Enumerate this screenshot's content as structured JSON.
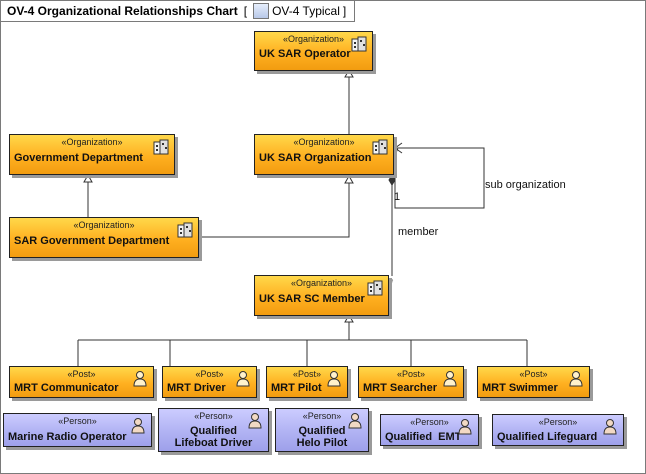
{
  "header": {
    "title": "OV-4 Organizational Relationships Chart",
    "diagram_type": "OV-4 Typical",
    "bracket_open": "[",
    "bracket_close": "]"
  },
  "nodes": {
    "operator": {
      "stereotype": "«Organization»",
      "name": "UK SAR Operator"
    },
    "gov_dept": {
      "stereotype": "«Organization»",
      "name": "Government Department"
    },
    "sar_org": {
      "stereotype": "«Organization»",
      "name": "UK SAR Organization"
    },
    "sar_gov_dept": {
      "stereotype": "«Organization»",
      "name": "SAR Government Department"
    },
    "sc_member": {
      "stereotype": "«Organization»",
      "name": "UK SAR SC Member"
    },
    "communicator": {
      "stereotype": "«Post»",
      "name": "MRT Communicator"
    },
    "driver": {
      "stereotype": "«Post»",
      "name": "MRT Driver"
    },
    "pilot": {
      "stereotype": "«Post»",
      "name": "MRT Pilot"
    },
    "searcher": {
      "stereotype": "«Post»",
      "name": "MRT Searcher"
    },
    "swimmer": {
      "stereotype": "«Post»",
      "name": "MRT Swimmer"
    },
    "radio_op": {
      "stereotype": "«Person»",
      "name": "Marine Radio Operator"
    },
    "lifeboat": {
      "stereotype": "«Person»",
      "name_line1": "Qualified",
      "name_line2": "Lifeboat Driver"
    },
    "helo": {
      "stereotype": "«Person»",
      "name_line1": "Qualified",
      "name_line2": "Helo Pilot"
    },
    "emt": {
      "stereotype": "«Person»",
      "name": "Qualified  EMT"
    },
    "lifeguard": {
      "stereotype": "«Person»",
      "name": "Qualified Lifeguard"
    }
  },
  "edges": {
    "sub_org": "sub organization",
    "member": "member",
    "mult_star_top": "*",
    "mult_one": "1",
    "mult_star_bottom": "*"
  },
  "icons": {
    "organization": "organization-icon",
    "post": "post-person-icon",
    "person": "person-icon",
    "diagram": "diagram-icon"
  },
  "colors": {
    "org_fill": "#ffb020",
    "person_fill": "#aeb0f2"
  }
}
